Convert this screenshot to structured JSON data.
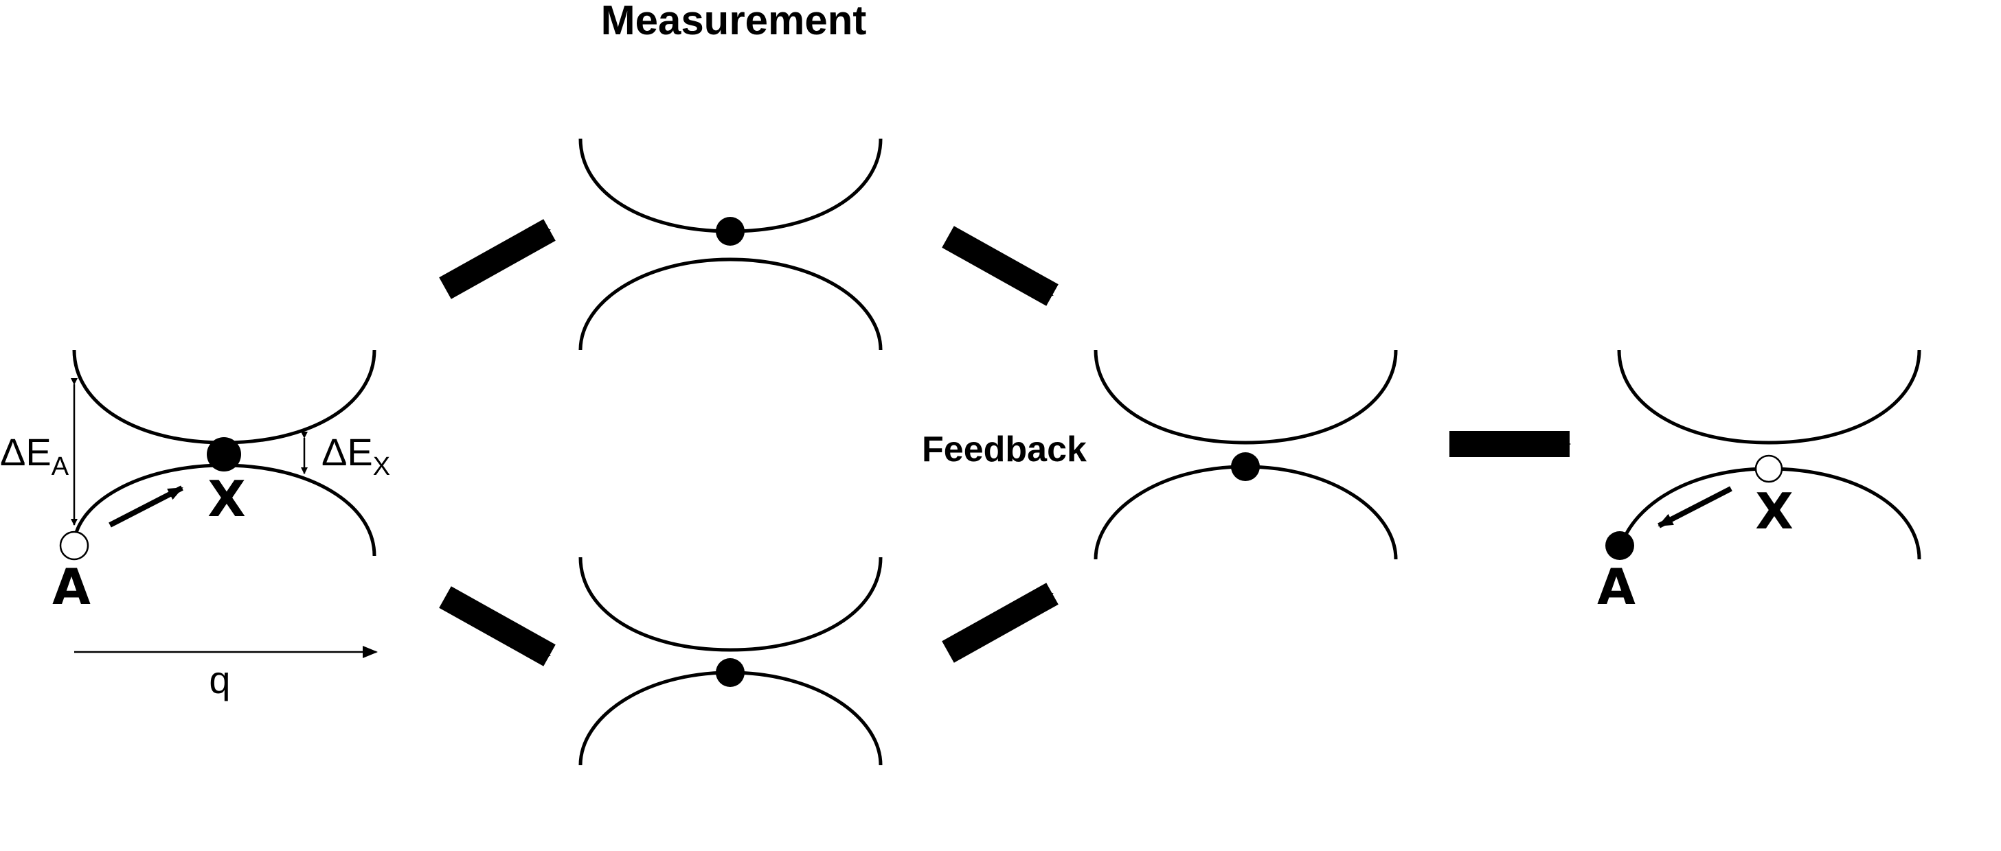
{
  "labels": {
    "measurement": "Measurement",
    "feedback": "Feedback",
    "state_a": "A",
    "state_x": "X",
    "delta": "ΔE",
    "delta_a_sub": "A",
    "delta_x_sub": "X",
    "axis_q": "q"
  },
  "colors": {
    "ink": "#000000",
    "background": "#ffffff"
  }
}
